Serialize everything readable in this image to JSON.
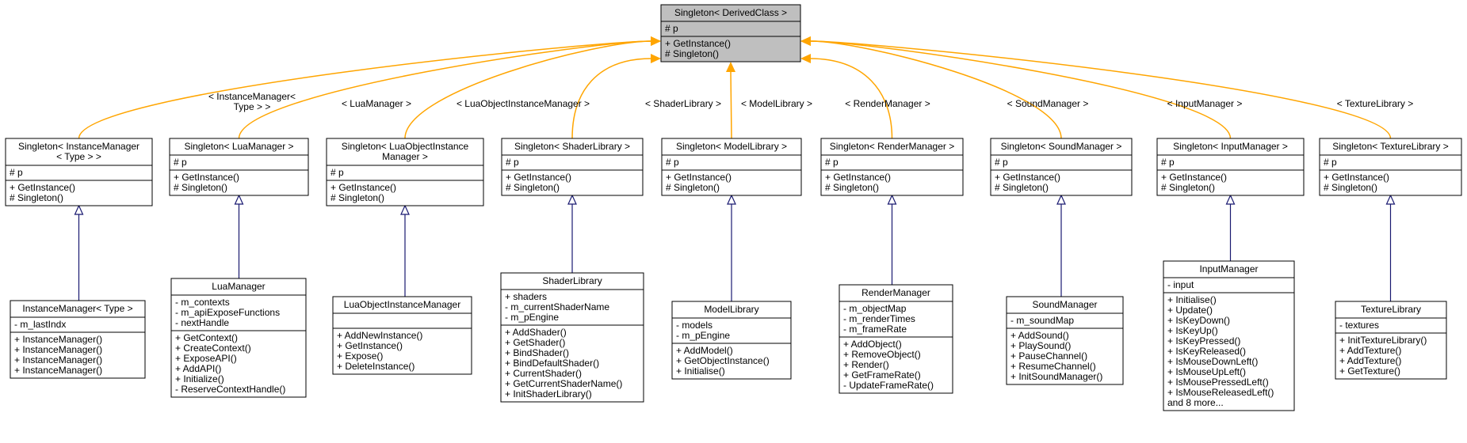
{
  "colors": {
    "inheritance_arrow": "#FFA500",
    "realization_arrow": "#191970",
    "box_border": "#000000",
    "root_fill": "#BFBFBF",
    "box_fill": "#FFFFFF"
  },
  "root": {
    "title": [
      "Singleton< DerivedClass >"
    ],
    "attributes": [
      "# p"
    ],
    "methods": [
      "+ GetInstance()",
      "# Singleton()"
    ]
  },
  "templates": [
    {
      "title": [
        "Singleton< InstanceManager",
        "< Type > >"
      ],
      "attributes": [
        "# p"
      ],
      "methods": [
        "+ GetInstance()",
        "# Singleton()"
      ],
      "edge_label": [
        "< InstanceManager<",
        "Type > >"
      ]
    },
    {
      "title": [
        "Singleton< LuaManager >"
      ],
      "attributes": [
        "# p"
      ],
      "methods": [
        "+ GetInstance()",
        "# Singleton()"
      ],
      "edge_label": [
        "< LuaManager >"
      ]
    },
    {
      "title": [
        "Singleton< LuaObjectInstance",
        "Manager >"
      ],
      "attributes": [
        "# p"
      ],
      "methods": [
        "+ GetInstance()",
        "# Singleton()"
      ],
      "edge_label": [
        "< LuaObjectInstanceManager >"
      ]
    },
    {
      "title": [
        "Singleton< ShaderLibrary >"
      ],
      "attributes": [
        "# p"
      ],
      "methods": [
        "+ GetInstance()",
        "# Singleton()"
      ],
      "edge_label": [
        "< ShaderLibrary >"
      ]
    },
    {
      "title": [
        "Singleton< ModelLibrary >"
      ],
      "attributes": [
        "# p"
      ],
      "methods": [
        "+ GetInstance()",
        "# Singleton()"
      ],
      "edge_label": [
        "< ModelLibrary >"
      ]
    },
    {
      "title": [
        "Singleton< RenderManager >"
      ],
      "attributes": [
        "# p"
      ],
      "methods": [
        "+ GetInstance()",
        "# Singleton()"
      ],
      "edge_label": [
        "< RenderManager >"
      ]
    },
    {
      "title": [
        "Singleton< SoundManager >"
      ],
      "attributes": [
        "# p"
      ],
      "methods": [
        "+ GetInstance()",
        "# Singleton()"
      ],
      "edge_label": [
        "< SoundManager >"
      ]
    },
    {
      "title": [
        "Singleton< InputManager >"
      ],
      "attributes": [
        "# p"
      ],
      "methods": [
        "+ GetInstance()",
        "# Singleton()"
      ],
      "edge_label": [
        "< InputManager >"
      ]
    },
    {
      "title": [
        "Singleton< TextureLibrary >"
      ],
      "attributes": [
        "# p"
      ],
      "methods": [
        "+ GetInstance()",
        "# Singleton()"
      ],
      "edge_label": [
        "< TextureLibrary >"
      ]
    }
  ],
  "classes": [
    {
      "title": [
        "InstanceManager< Type >"
      ],
      "attributes": [
        "- m_lastIndx"
      ],
      "methods": [
        "+ InstanceManager()",
        "+ InstanceManager()",
        "+ InstanceManager()",
        "+ InstanceManager()"
      ]
    },
    {
      "title": [
        "LuaManager"
      ],
      "attributes": [
        "- m_contexts",
        "- m_apiExposeFunctions",
        "- nextHandle"
      ],
      "methods": [
        "+ GetContext()",
        "+ CreateContext()",
        "+ ExposeAPI()",
        "+ AddAPI()",
        "+ Initialize()",
        "- ReserveContextHandle()"
      ]
    },
    {
      "title": [
        "LuaObjectInstanceManager"
      ],
      "attributes": [],
      "methods": [
        "+ AddNewInstance()",
        "+ GetInstance()",
        "+ Expose()",
        "+ DeleteInstance()"
      ]
    },
    {
      "title": [
        "ShaderLibrary"
      ],
      "attributes": [
        "+ shaders",
        "- m_currentShaderName",
        "- m_pEngine"
      ],
      "methods": [
        "+ AddShader()",
        "+ GetShader()",
        "+ BindShader()",
        "+ BindDefaultShader()",
        "+ CurrentShader()",
        "+ GetCurrentShaderName()",
        "+ InitShaderLibrary()"
      ]
    },
    {
      "title": [
        "ModelLibrary"
      ],
      "attributes": [
        "- models",
        "- m_pEngine"
      ],
      "methods": [
        "+ AddModel()",
        "+ GetObjectInstance()",
        "+ Initialise()"
      ]
    },
    {
      "title": [
        "RenderManager"
      ],
      "attributes": [
        "- m_objectMap",
        "- m_renderTimes",
        "- m_frameRate"
      ],
      "methods": [
        "+ AddObject()",
        "+ RemoveObject()",
        "+ Render()",
        "+ GetFrameRate()",
        "- UpdateFrameRate()"
      ]
    },
    {
      "title": [
        "SoundManager"
      ],
      "attributes": [
        "- m_soundMap"
      ],
      "methods": [
        "+ AddSound()",
        "+ PlaySound()",
        "+ PauseChannel()",
        "+ ResumeChannel()",
        "+ InitSoundManager()"
      ]
    },
    {
      "title": [
        "InputManager"
      ],
      "attributes": [
        "- input"
      ],
      "methods": [
        "+ Initialise()",
        "+ Update()",
        "+ IsKeyDown()",
        "+ IsKeyUp()",
        "+ IsKeyPressed()",
        "+ IsKeyReleased()",
        "+ IsMouseDownLeft()",
        "+ IsMouseUpLeft()",
        "+ IsMousePressedLeft()",
        "+ IsMouseReleasedLeft()",
        "and 8 more..."
      ]
    },
    {
      "title": [
        "TextureLibrary"
      ],
      "attributes": [
        "- textures"
      ],
      "methods": [
        "+ InitTextureLibrary()",
        "+ AddTexture()",
        "+ AddTexture()",
        "+ GetTexture()"
      ]
    }
  ]
}
